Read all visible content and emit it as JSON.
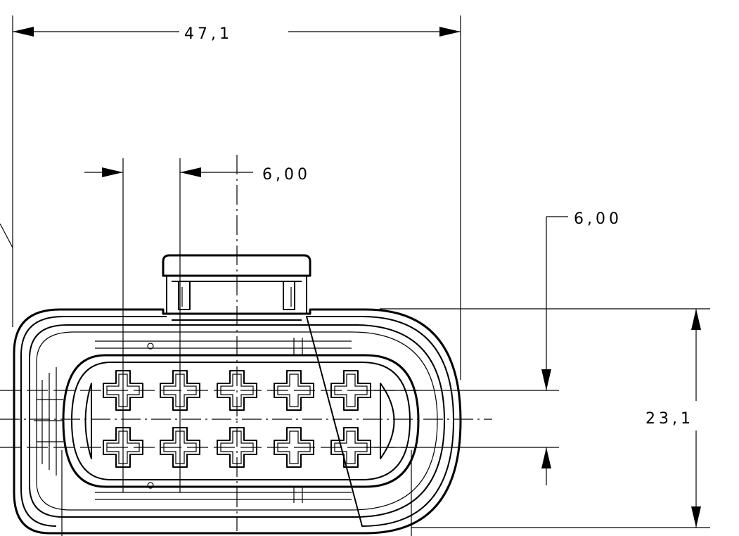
{
  "dimensions": {
    "overall_width": "47,1",
    "pin_pitch_horizontal": "6,00",
    "pin_pitch_vertical": "6,00",
    "overall_height": "23,1"
  },
  "pins": {
    "rows": 2,
    "columns": 5
  }
}
